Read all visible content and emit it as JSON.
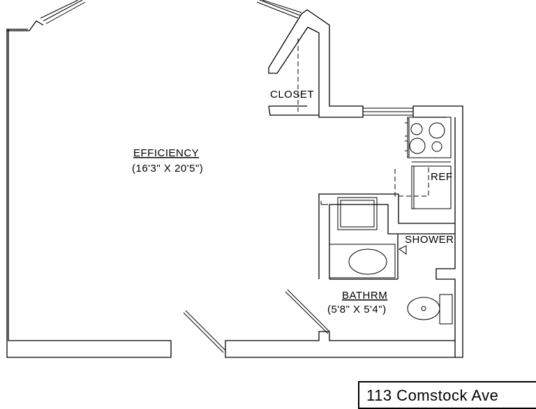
{
  "rooms": {
    "efficiency": {
      "name": "EFFICIENCY",
      "dimensions": "(16'3\" X 20'5\")"
    },
    "closet": {
      "name": "CLOSET"
    },
    "bathroom": {
      "name": "BATHRM",
      "dimensions": "(5'8\" X 5'4\")"
    },
    "refrigerator": {
      "name": "REF"
    },
    "shower": {
      "name": "SHOWER"
    }
  },
  "address": "113 Comstock Ave",
  "colors": {
    "line": "#000000",
    "background": "#ffffff"
  }
}
